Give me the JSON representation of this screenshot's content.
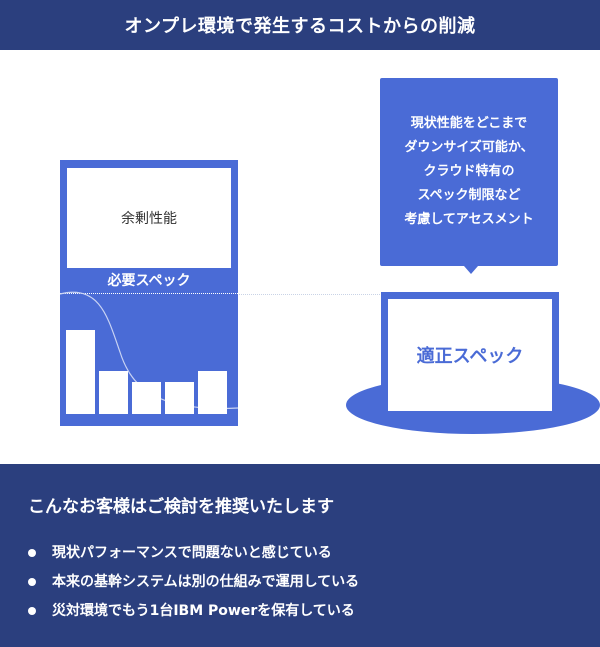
{
  "header": {
    "title": "オンプレ環境で発生するコストからの削減"
  },
  "left_box": {
    "surplus_label": "余剰性能",
    "needed_label": "必要スペック",
    "bars": [
      0.75,
      0.38,
      0.29,
      0.29,
      0.38
    ]
  },
  "callout": {
    "lines": [
      "現状性能をどこまで",
      "ダウンサイズ可能か、",
      "クラウド特有の",
      "スペック制限など",
      "考慮してアセスメント"
    ]
  },
  "right_box": {
    "label": "適正スペック"
  },
  "panel": {
    "title": "こんなお客様はご検討を推奨いたします",
    "items": [
      "現状パフォーマンスで問題ないと感じている",
      "本来の基幹システムは別の仕組みで運用している",
      "災対環境でもう1台IBM Powerを保有している"
    ]
  },
  "colors": {
    "navy": "#2b3f7e",
    "blue": "#4a6bd6",
    "white": "#ffffff"
  }
}
